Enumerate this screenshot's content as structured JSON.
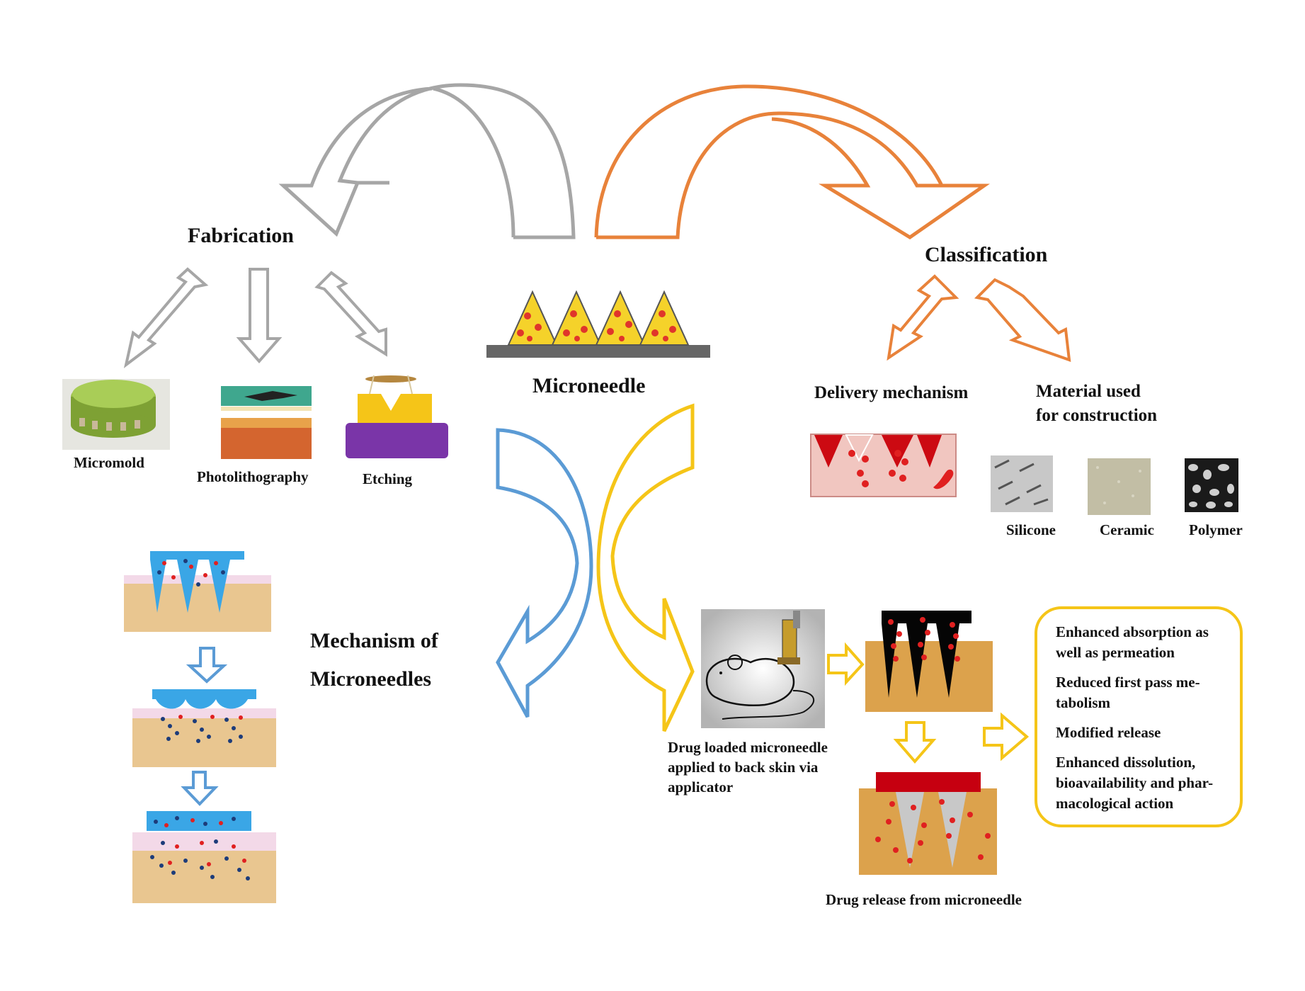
{
  "center": {
    "label": "Microneedle"
  },
  "fabrication": {
    "title": "Fabrication",
    "methods": [
      "Micromold",
      "Photolithography",
      "Etching"
    ]
  },
  "classification": {
    "title": "Classification",
    "delivery_title": "Delivery mechanism",
    "material_title_line1": "Material used",
    "material_title_line2": "for construction",
    "materials": [
      "Silicone",
      "Ceramic",
      "Polymer"
    ]
  },
  "mechanism": {
    "title_line1": "Mechanism of",
    "title_line2": "Microneedles"
  },
  "application": {
    "step1_line1": "Drug loaded microneedle",
    "step1_line2": "applied to back skin via",
    "step1_line3": "applicator",
    "step2": "Drug release from  microneedle",
    "benefits": [
      "Enhanced absorption as\nwell as permeation",
      "Reduced first pass me-\ntabolism",
      "Modified release",
      "Enhanced dissolution,\nbioavailability and phar-\nmacological action"
    ]
  },
  "colors": {
    "gray_arrow": "#a6a6a6",
    "orange_arrow": "#e8823a",
    "blue_arrow": "#5b9bd5",
    "yellow_arrow": "#f5c518",
    "skin": "#e9c690",
    "needle_blue": "#3aa6e6"
  }
}
